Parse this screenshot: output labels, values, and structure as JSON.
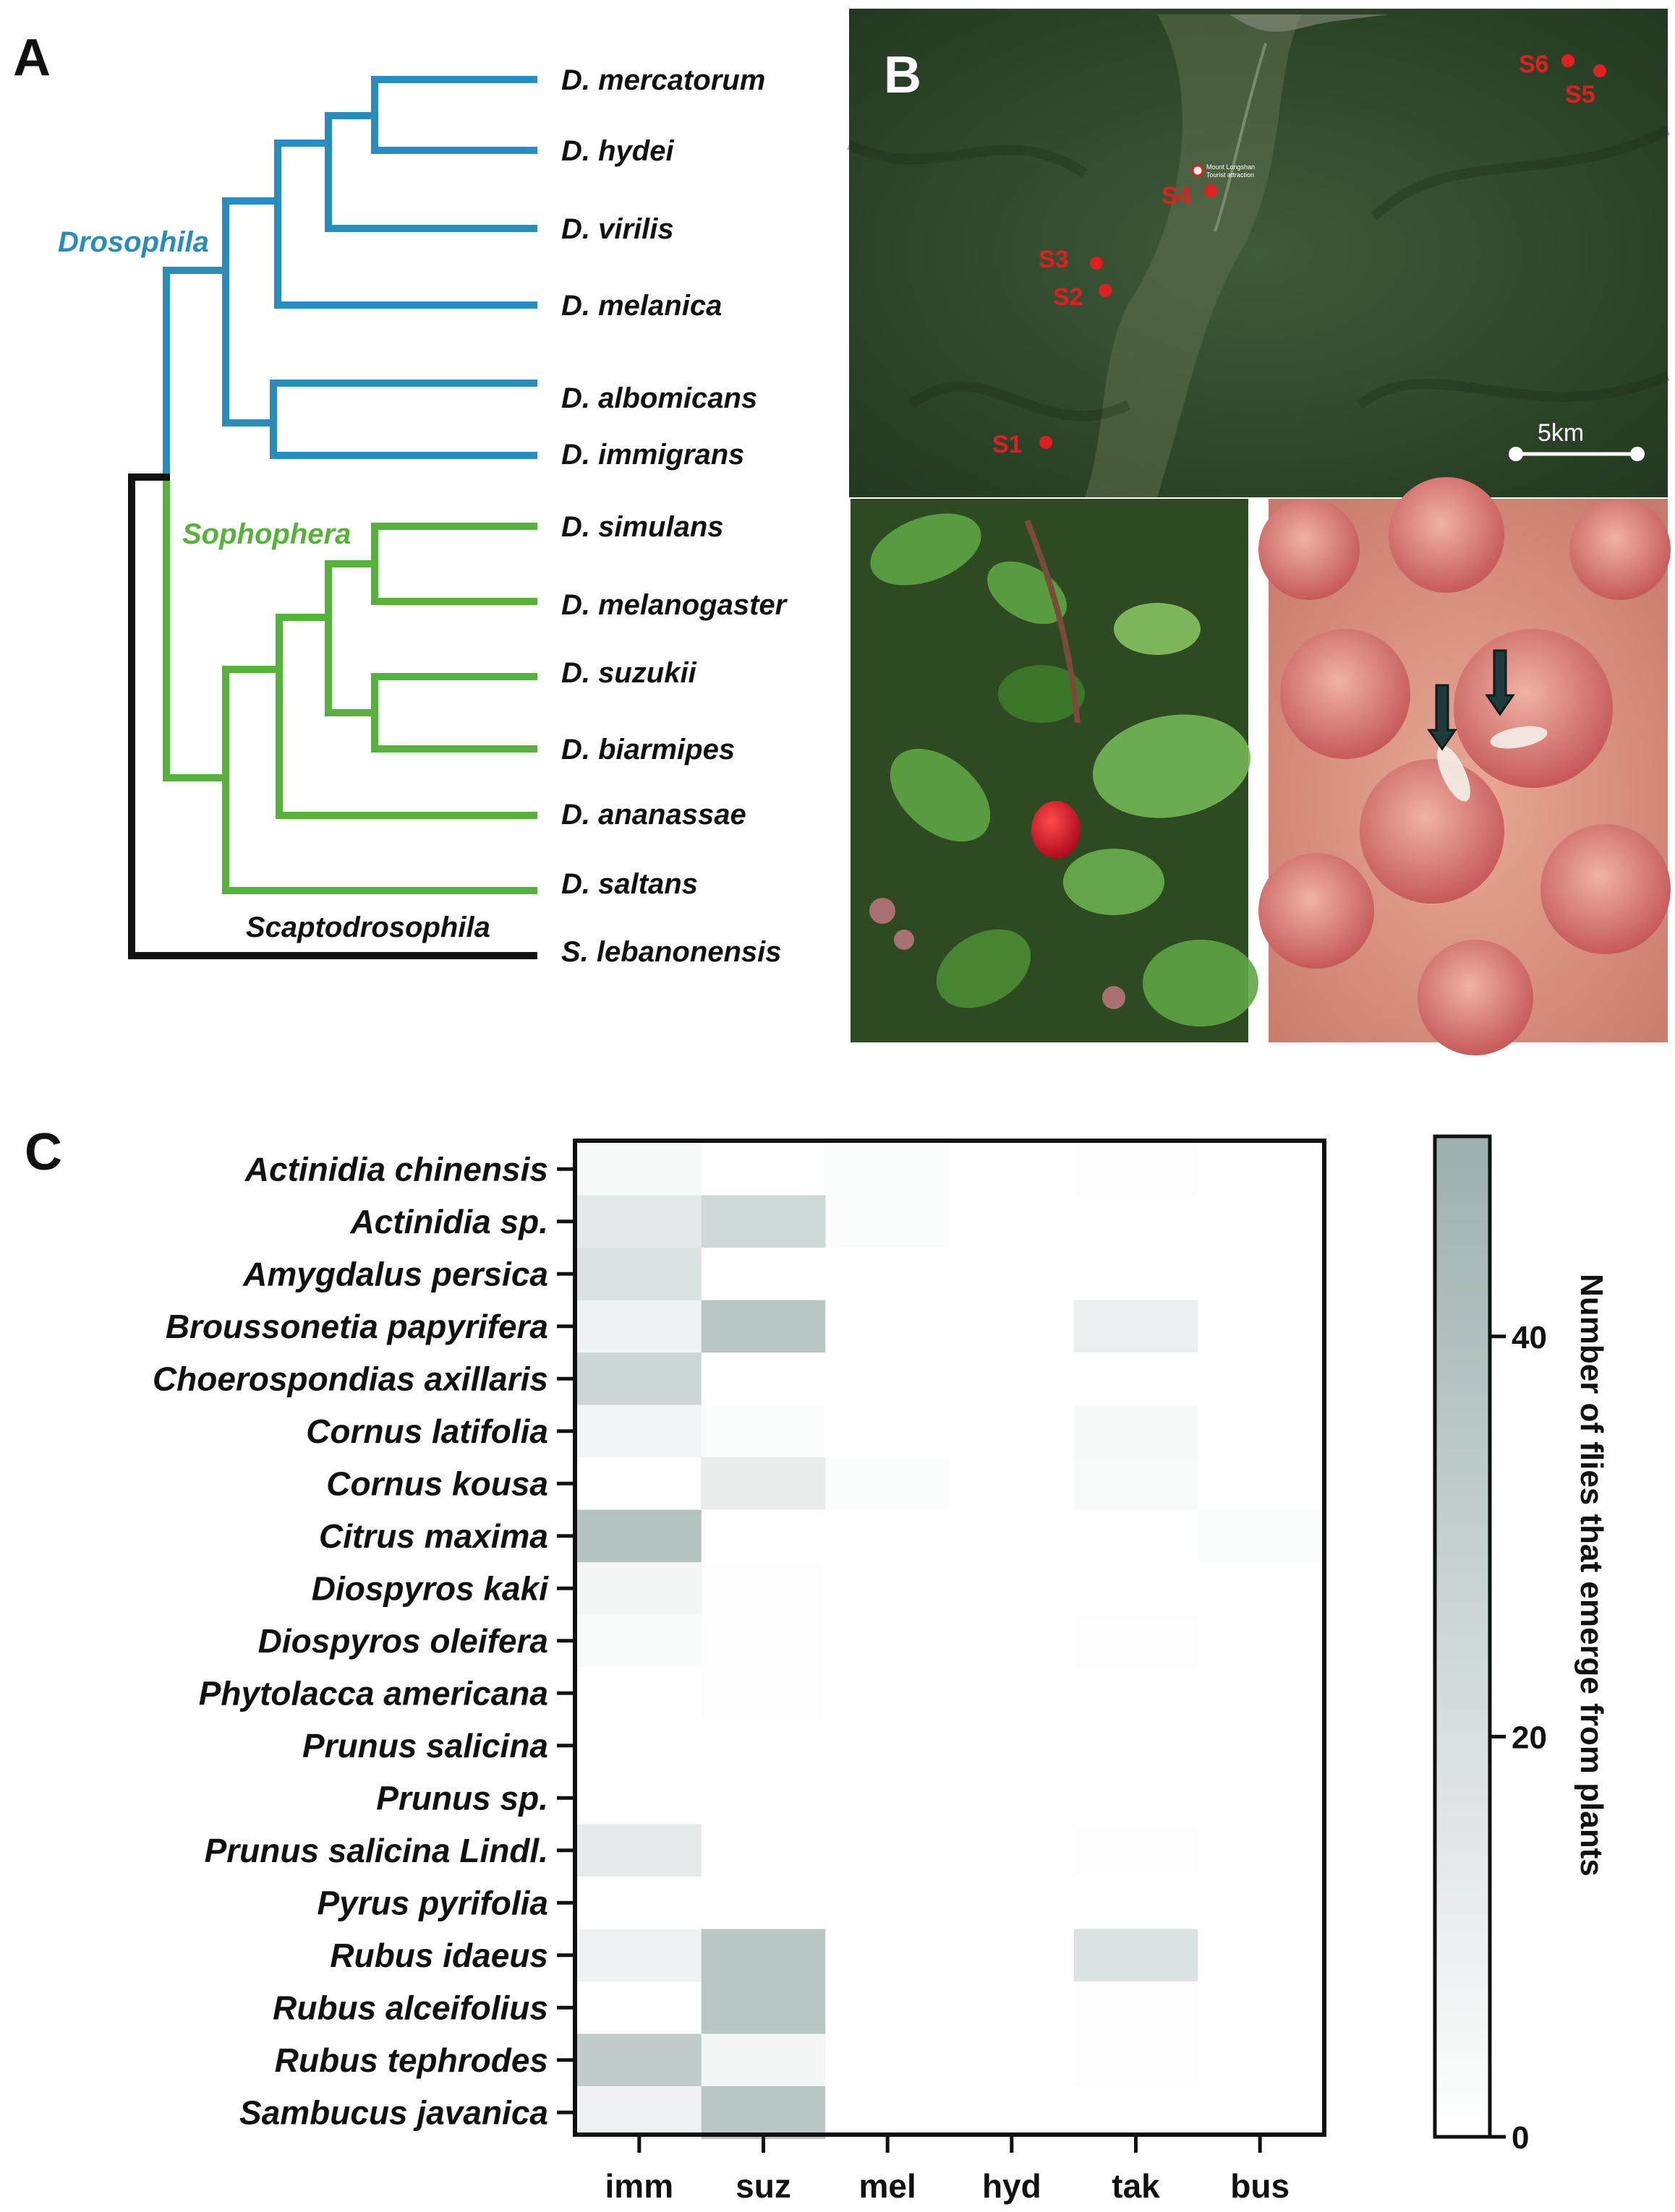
{
  "panels": {
    "a": "A",
    "b": "B",
    "c": "C"
  },
  "tree": {
    "clades": {
      "drosophila": "Drosophila",
      "sophophera": "Sophophera",
      "scapto": "Scaptodrosophila"
    },
    "clade_colors": {
      "drosophila": "#2a8cba",
      "sophophera": "#58b13c",
      "scapto": "#111111"
    },
    "taxa": [
      "D. mercatorum",
      "D. hydei",
      "D. virilis",
      "D. melanica",
      "D. albomicans",
      "D. immigrans",
      "D. simulans",
      "D. melanogaster",
      "D. suzukii",
      "D. biarmipes",
      "D. ananassae",
      "D. saltans",
      "S. lebanonensis"
    ]
  },
  "map": {
    "sites": [
      "S1",
      "S2",
      "S3",
      "S4",
      "S5",
      "S6"
    ],
    "poi_text": [
      "Mount Longshan",
      "Tourist attraction"
    ],
    "scale_label": "5km",
    "marker_color": "#e02020",
    "photos": [
      {
        "name": "plant-photo",
        "subject": "raspberry-plant"
      },
      {
        "name": "larvae-photo",
        "subject": "larvae-in-fruit"
      }
    ]
  },
  "chart_data": {
    "type": "heatmap",
    "title": "",
    "xlabel": "",
    "ylabel": "",
    "x_categories": [
      "imm",
      "suz",
      "mel",
      "hyd",
      "tak",
      "bus"
    ],
    "y_categories": [
      "Actinidia chinensis",
      "Actinidia sp.",
      "Amygdalus persica",
      "Broussonetia papyrifera",
      "Choerospondias axillaris",
      "Cornus latifolia",
      "Cornus kousa ",
      "Citrus maxima",
      "Diospyros kaki",
      "Diospyros oleifera",
      "Phytolacca americana",
      "Prunus salicina",
      "Prunus sp.",
      "Prunus salicina Lindl. ",
      "Pyrus pyrifolia",
      "Rubus idaeus",
      "Rubus alceifolius",
      "Rubus tephrodes",
      "Sambucus javanica"
    ],
    "values": [
      [
        4,
        0,
        2,
        0,
        1,
        0
      ],
      [
        14,
        25,
        2,
        0,
        0,
        0
      ],
      [
        18,
        0,
        0,
        0,
        0,
        0
      ],
      [
        8,
        36,
        0,
        0,
        10,
        0
      ],
      [
        26,
        0,
        0,
        0,
        0,
        0
      ],
      [
        7,
        2,
        0,
        0,
        4,
        0
      ],
      [
        0,
        11,
        2,
        0,
        3,
        0
      ],
      [
        38,
        0,
        0,
        0,
        0,
        2
      ],
      [
        6,
        1,
        0,
        0,
        0,
        0
      ],
      [
        3,
        1,
        0,
        0,
        1,
        0
      ],
      [
        0,
        1,
        0,
        0,
        0,
        0
      ],
      [
        0,
        0,
        0,
        0,
        0,
        0
      ],
      [
        0,
        0,
        0,
        0,
        0,
        0
      ],
      [
        13,
        0,
        0,
        0,
        1,
        0
      ],
      [
        0,
        0,
        0,
        0,
        0,
        0
      ],
      [
        8,
        36,
        0,
        0,
        18,
        0
      ],
      [
        0,
        36,
        0,
        0,
        1,
        0
      ],
      [
        32,
        6,
        0,
        0,
        1,
        0
      ],
      [
        8,
        36,
        0,
        0,
        0,
        0
      ]
    ],
    "colorbar": {
      "title": "Number of flies that emerge from plants",
      "ticks": [
        0,
        20,
        40
      ],
      "range": [
        0,
        50
      ],
      "color_low": "#ffffff",
      "color_high": "#9cb0af"
    }
  }
}
